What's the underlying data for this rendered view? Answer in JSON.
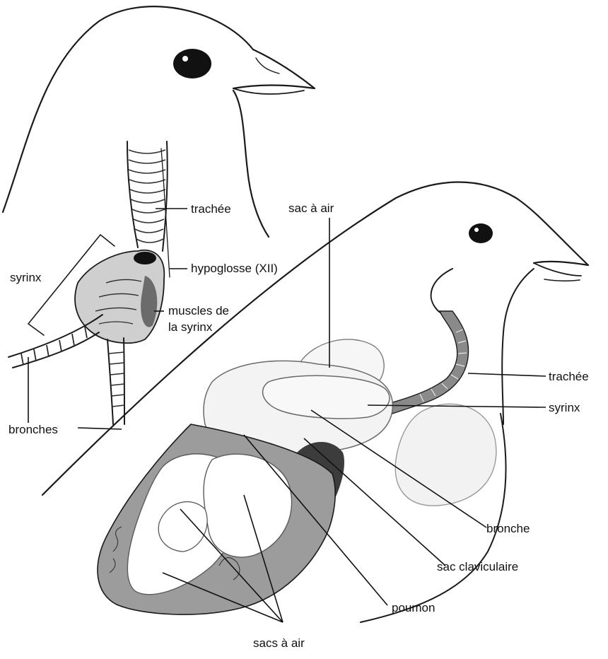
{
  "colors": {
    "ink": "#1a1a1a",
    "paper": "#ffffff",
    "shade": "#6b6b6b"
  },
  "labels": {
    "trachee_top": "trachée",
    "hypoglosse": "hypoglosse (XII)",
    "muscles_line1": "muscles de",
    "muscles_line2": "la syrinx",
    "syrinx_left": "syrinx",
    "bronches": "bronches",
    "sac_a_air": "sac à air",
    "trachee_right": "trachée",
    "syrinx_right": "syrinx",
    "bronche": "bronche",
    "sac_claviculaire": "sac claviculaire",
    "poumon": "poumon",
    "sacs_a_air": "sacs à air"
  }
}
